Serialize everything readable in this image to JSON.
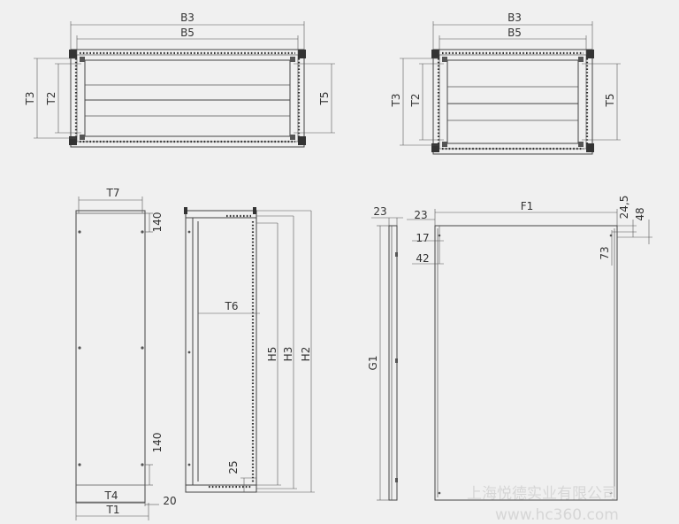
{
  "labels": {
    "b3": "B3",
    "b5": "B5",
    "t3": "T3",
    "t2": "T2",
    "t5": "T5",
    "t7": "T7",
    "d140": "140",
    "t6": "T6",
    "h5": "H5",
    "h3": "H3",
    "h2": "H2",
    "d25": "25",
    "t4": "T4",
    "t1": "T1",
    "d20": "20",
    "d23": "23",
    "f1": "F1",
    "d24_5": "24,5",
    "d48": "48",
    "d17": "17",
    "d42": "42",
    "d73": "73",
    "g1": "G1"
  },
  "watermark": {
    "company": "上海悦德实业有限公司",
    "url": "www.hc360.com"
  }
}
